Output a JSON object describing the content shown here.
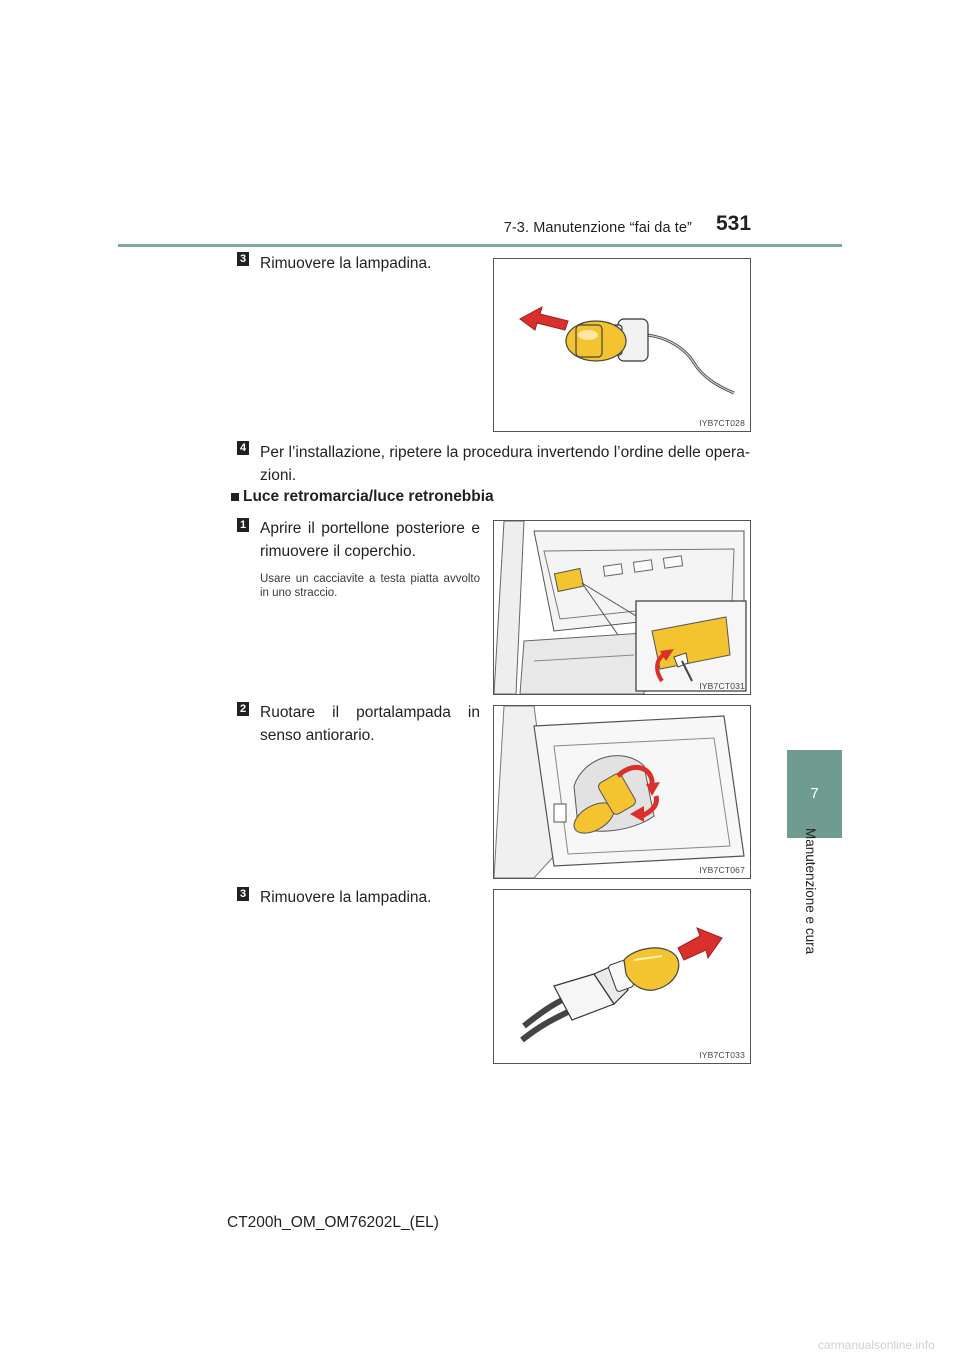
{
  "header": {
    "section_title": "7-3. Manutenzione “fai da te”",
    "page_number": "531"
  },
  "side_tab": {
    "chapter_number": "7",
    "chapter_label": "Manutenzione e cura"
  },
  "steps_top": [
    {
      "number": "3",
      "text": "Rimuovere la lampadina.",
      "figure_code": "IYB7CT028"
    },
    {
      "number": "4",
      "text": "Per l’installazione, ripetere la procedura invertendo l’ordine delle opera-zioni."
    }
  ],
  "section": {
    "title": "Luce retromarcia/luce retronebbia",
    "steps": [
      {
        "number": "1",
        "text": "Aprire il portellone posteriore e rimuovere il coperchio.",
        "note": "Usare un cacciavite a testa piatta avvolto in uno straccio.",
        "figure_code": "IYB7CT031"
      },
      {
        "number": "2",
        "text": "Ruotare il portalampada in senso antiorario.",
        "figure_code": "IYB7CT067"
      },
      {
        "number": "3",
        "text": "Rimuovere la lampadina.",
        "figure_code": "IYB7CT033"
      }
    ]
  },
  "footer": {
    "doc_code": "CT200h_OM_OM76202L_(EL)"
  },
  "watermark": {
    "text": "carmanualsonline.info"
  },
  "colors": {
    "accent_teal": "#6f9b91",
    "rule_teal": "#7fa89e",
    "bulb_yellow": "#f4c430",
    "arrow_red": "#d9302c"
  }
}
